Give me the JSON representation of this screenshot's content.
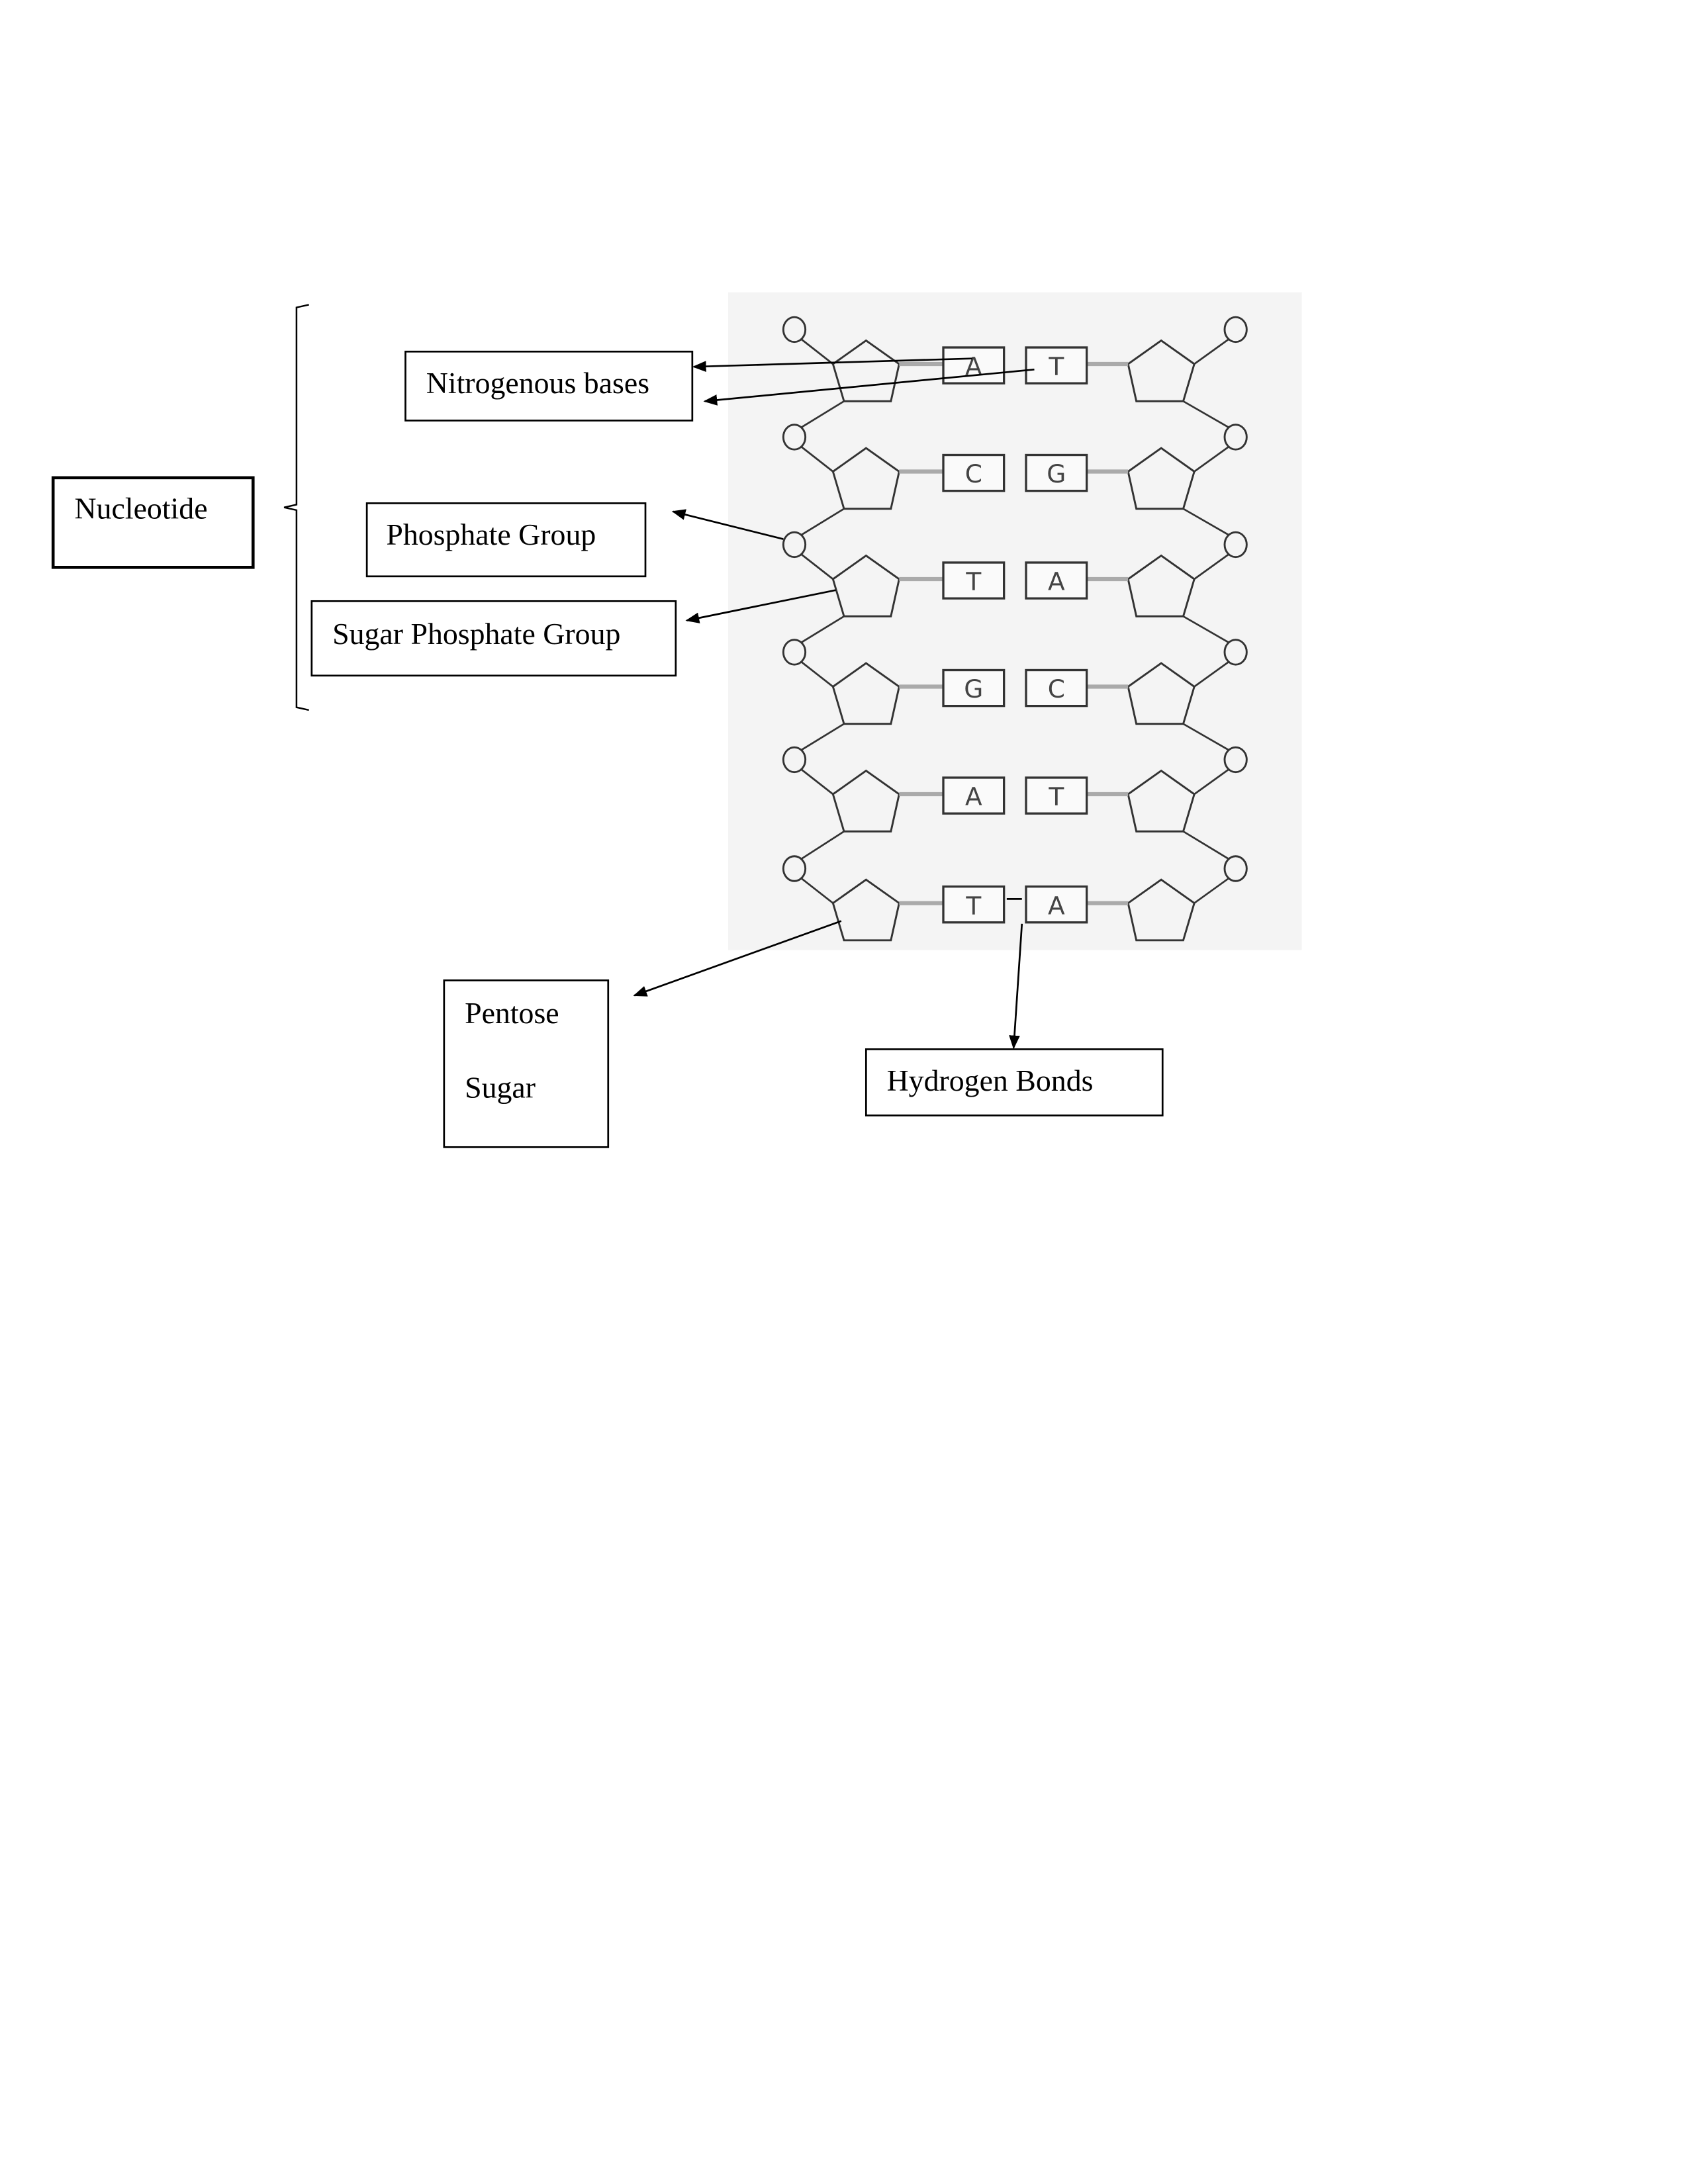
{
  "labels": {
    "nucleotide": "Nucleotide",
    "nitrogenous_bases": "Nitrogenous bases",
    "phosphate_group": "Phosphate Group",
    "sugar_phosphate_group": "Sugar Phosphate Group",
    "pentose_line1": "Pentose",
    "pentose_line2": "Sugar",
    "hydrogen_bonds": "Hydrogen Bonds"
  },
  "dna": {
    "base_pairs": [
      [
        "A",
        "T"
      ],
      [
        "C",
        "G"
      ],
      [
        "T",
        "A"
      ],
      [
        "G",
        "C"
      ],
      [
        "A",
        "T"
      ],
      [
        "T",
        "A"
      ]
    ],
    "background_color": "#f4f4f4",
    "bond_color": "#aaaaaa",
    "stroke_color": "#333333"
  }
}
